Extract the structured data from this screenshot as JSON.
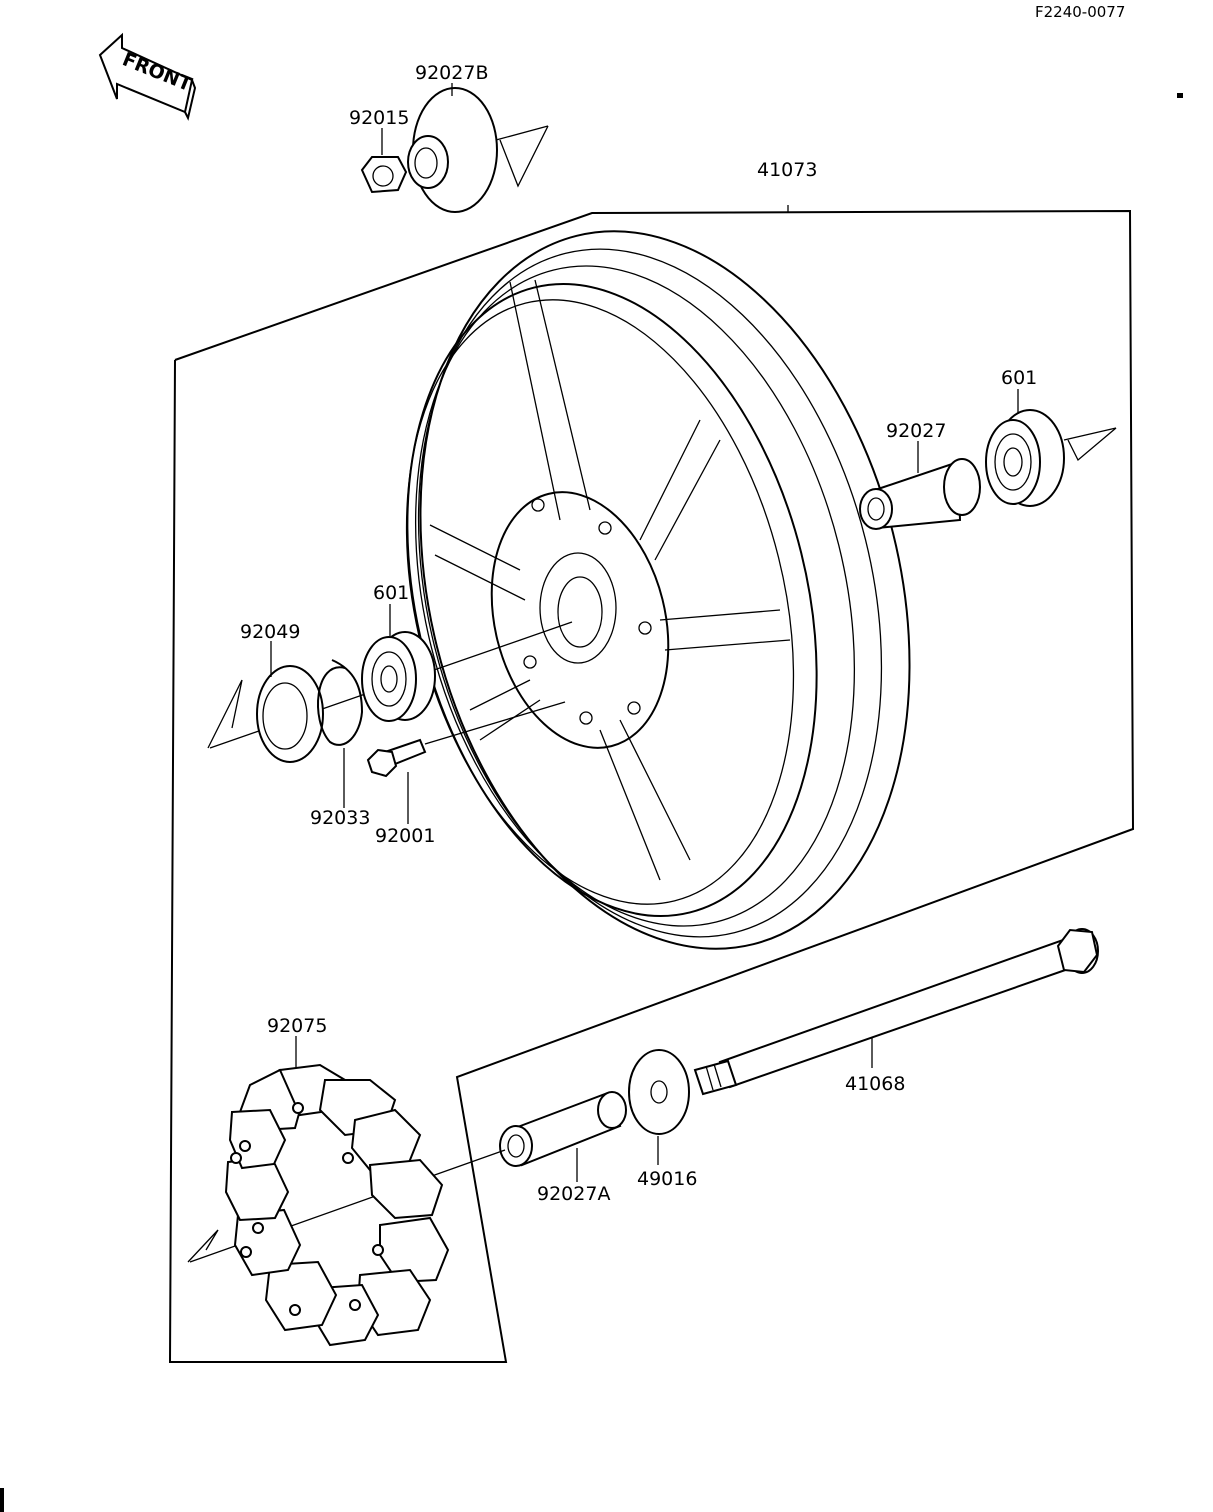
{
  "diagram_code": "F2240-0077",
  "front_label": "FRONT",
  "parts": [
    {
      "number": "92027B",
      "name": "collar-92027b"
    },
    {
      "number": "92015",
      "name": "nut-92015"
    },
    {
      "number": "41073",
      "name": "wheel-41073"
    },
    {
      "number": "601",
      "name": "bearing-601-right"
    },
    {
      "number": "92027",
      "name": "collar-92027"
    },
    {
      "number": "601",
      "name": "bearing-601-left"
    },
    {
      "number": "92049",
      "name": "oil-seal-92049"
    },
    {
      "number": "92033",
      "name": "circlip-92033"
    },
    {
      "number": "92001",
      "name": "bolt-92001"
    },
    {
      "number": "92075",
      "name": "damper-92075"
    },
    {
      "number": "92027A",
      "name": "collar-92027a"
    },
    {
      "number": "49016",
      "name": "washer-49016"
    },
    {
      "number": "41068",
      "name": "axle-41068"
    }
  ]
}
